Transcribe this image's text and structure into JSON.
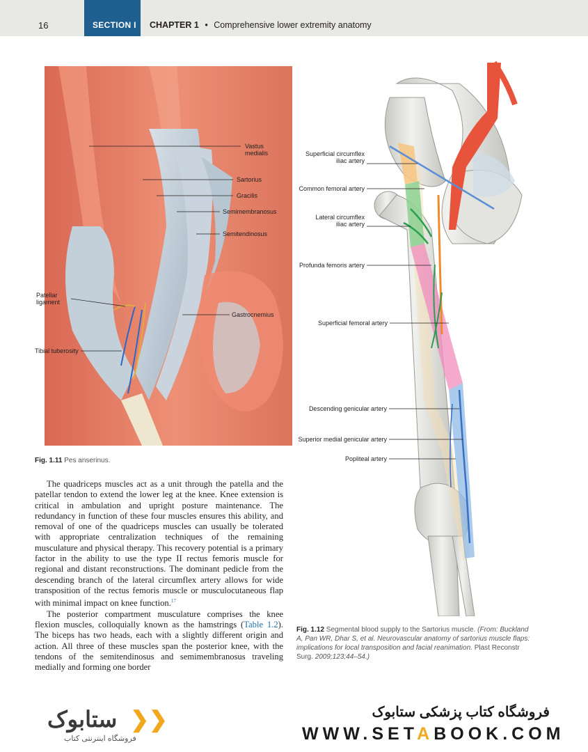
{
  "header": {
    "page_number": "16",
    "section": "SECTION I",
    "chapter_label": "CHAPTER 1",
    "bullet": "•",
    "chapter_title": "Comprehensive lower extremity anatomy",
    "section_color": "#1f5f8f"
  },
  "figure_1_11": {
    "number": "Fig. 1.11",
    "caption": "Pes anserinus.",
    "labels": {
      "vastus_medialis_1": "Vastus",
      "vastus_medialis_2": "medialis",
      "sartorius": "Sartorius",
      "gracilis": "Gracilis",
      "semimembranosus": "Semimembranosus",
      "semitendinosus": "Semitendinosus",
      "patellar_ligament_1": "Patellar",
      "patellar_ligament_2": "ligament",
      "gastrocnemius": "Gastrocnemius",
      "tibial_tuberosity": "Tibial tuberosity"
    }
  },
  "figure_1_12": {
    "number": "Fig. 1.12",
    "caption": "Segmental blood supply to the Sartorius muscle.",
    "source": "(From: Buckland A, Pan WR, Dhar S, et al. Neurovascular anatomy of sartorius muscle flaps: implications for local transposition and facial reanimation.",
    "journal": "Plast Reconstr Surg.",
    "citation": "2009;123;44–54.)",
    "labels": {
      "superficial_circumflex_1": "Superficial circumflex",
      "superficial_circumflex_2": "iliac artery",
      "common_femoral": "Common femoral artery",
      "lateral_circumflex_1": "Lateral circumflex",
      "lateral_circumflex_2": "iliac artery",
      "profunda_femoris": "Profunda femoris artery",
      "superficial_femoral": "Superficial femoral artery",
      "descending_genicular": "Descending genicular artery",
      "superior_medial_genicular": "Superior medial genicular artery",
      "popliteal": "Popliteal artery"
    }
  },
  "body": {
    "p1": "The quadriceps muscles act as a unit through the patella and the patellar tendon to extend the lower leg at the knee. Knee extension is critical in ambulation and upright posture maintenance. The redundancy in function of these four muscles ensures this ability, and removal of one of the quadriceps muscles can usually be tolerated with appropriate centralization techniques of the remaining musculature and physical therapy. This recovery potential is a primary factor in the ability to use the type II rectus femoris muscle for regional and distant reconstructions. The dominant pedicle from the descending branch of the lateral circumflex artery allows for wide transposition of the rectus femoris muscle or musculocutaneous flap with minimal impact on knee function.",
    "p1_ref": "17",
    "p2_a": "The posterior compartment musculature comprises the knee flexion muscles, colloquially known as the hamstrings (",
    "p2_link": "Table 1.2",
    "p2_b": "). The biceps has two heads, each with a slightly different origin and action. All three of these muscles span the posterior knee, with the tendons of the semitendinosus and semimembranosus traveling medially and forming one border"
  },
  "watermark": {
    "persian_title": "فروشگاه کتاب پزشکی ستابوک",
    "url_prefix": "WWW.SET",
    "url_highlight": "A",
    "url_suffix": "BOOK.COM",
    "logo_text": "ستابوک",
    "logo_subtitle": "فروشگاه اینترنتی کتاب",
    "accent_color": "#f2a81d"
  }
}
